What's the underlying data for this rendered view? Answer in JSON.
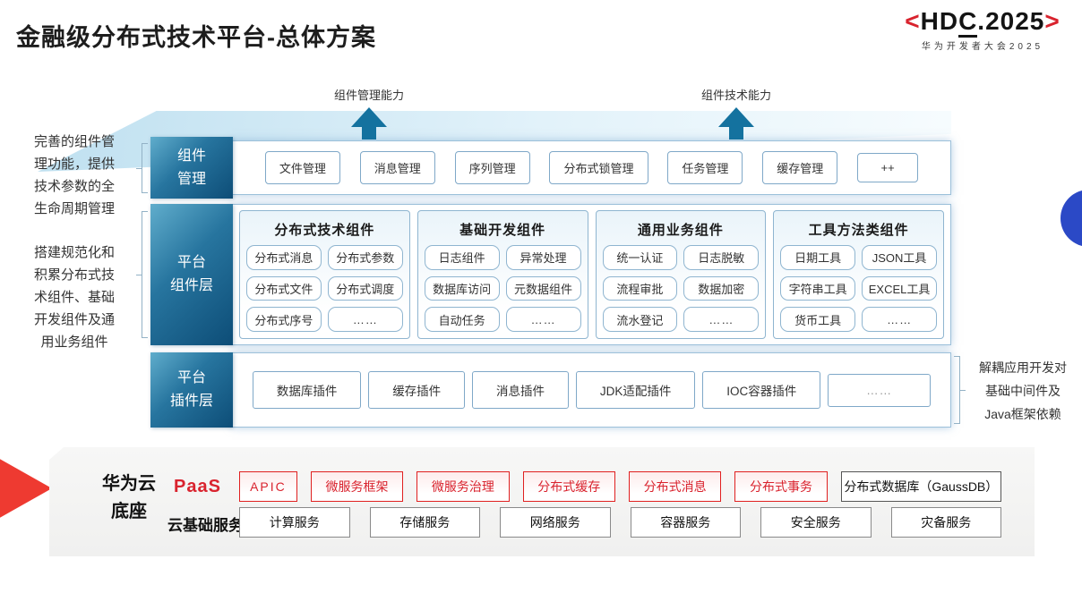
{
  "page": {
    "title": "金融级分布式技术平台-总体方案"
  },
  "logo": {
    "bracket_left": "<",
    "hd": "HD",
    "c": "C",
    "rest": ".2025",
    "bracket_right": ">",
    "subtitle": "华为开发者大会2025"
  },
  "capability_arrows": [
    {
      "label": "组件管理能力"
    },
    {
      "label": "组件技术能力"
    }
  ],
  "annotations": {
    "left_top": "完善的组件管\n理功能，提供\n技术参数的全\n生命周期管理",
    "left_middle": "搭建规范化和\n积累分布式技\n术组件、基础\n开发组件及通\n用业务组件",
    "right": "解耦应用开发对\n基础中间件及\nJava框架依赖"
  },
  "component_mgmt": {
    "label": "组件\n管理",
    "items": [
      "文件管理",
      "消息管理",
      "序列管理",
      "分布式锁管理",
      "任务管理",
      "缓存管理",
      "++"
    ]
  },
  "platform_components": {
    "label": "平台\n组件层",
    "columns": [
      {
        "title": "分布式技术组件",
        "items": [
          "分布式消息",
          "分布式参数",
          "分布式文件",
          "分布式调度",
          "分布式序号",
          "……"
        ]
      },
      {
        "title": "基础开发组件",
        "items": [
          "日志组件",
          "异常处理",
          "数据库访问",
          "元数据组件",
          "自动任务",
          "……"
        ]
      },
      {
        "title": "通用业务组件",
        "items": [
          "统一认证",
          "日志脱敏",
          "流程审批",
          "数据加密",
          "流水登记",
          "……"
        ]
      },
      {
        "title": "工具方法类组件",
        "items": [
          "日期工具",
          "JSON工具",
          "字符串工具",
          "EXCEL工具",
          "货币工具",
          "……"
        ]
      }
    ]
  },
  "platform_plugins": {
    "label": "平台\n插件层",
    "items": [
      "数据库插件",
      "缓存插件",
      "消息插件",
      "JDK适配插件",
      "IOC容器插件",
      "……"
    ]
  },
  "cloud_base": {
    "label": "华为云\n底座",
    "paas_label": "PaaS",
    "paas_items": [
      "APIC",
      "微服务框架",
      "微服务治理",
      "分布式缓存",
      "分布式消息",
      "分布式事务"
    ],
    "paas_db": "分布式数据库（GaussDB）",
    "iaas_label": "云基础服务",
    "iaas_items": [
      "计算服务",
      "存储服务",
      "网络服务",
      "容器服务",
      "安全服务",
      "灾备服务"
    ]
  },
  "colors": {
    "accent_teal": "#14729f",
    "layer_label_gradient_start": "#60adcc",
    "layer_label_gradient_end": "#0d4d77",
    "brand_red": "#d9232e",
    "paas_border_red": "#e02020",
    "blue_circle": "#2b49c6",
    "red_arrow": "#ee3a31",
    "panel_gray": "#f0f0ef"
  }
}
